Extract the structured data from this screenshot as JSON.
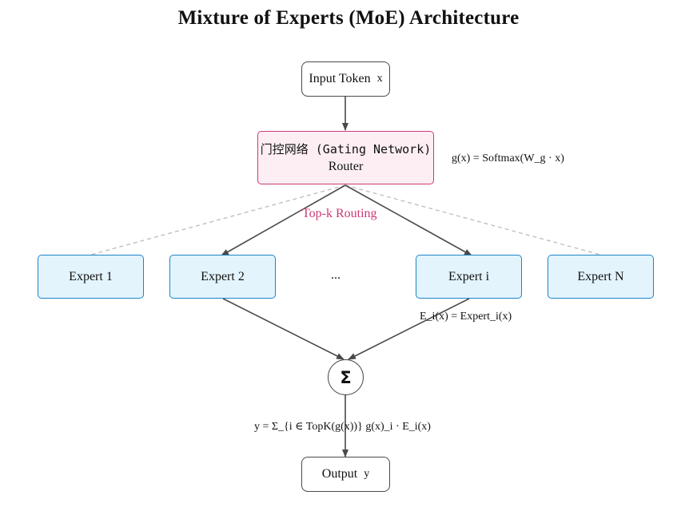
{
  "title": "Mixture of Experts (MoE) Architecture",
  "nodes": {
    "input": {
      "label": "Input Token",
      "var": "x"
    },
    "gating": {
      "label_cn": "门控网络 (Gating Network)",
      "label_en": "Router"
    },
    "experts": [
      "Expert 1",
      "Expert 2",
      "Expert i",
      "Expert N"
    ],
    "ellipsis": "...",
    "sum": "Σ",
    "output": {
      "label": "Output",
      "var": "y"
    }
  },
  "annotations": {
    "gating_formula": "g(x) = Softmax(W_g · x)",
    "routing": "Top-k Routing",
    "expert_formula": "E_i(x) = Expert_i(x)",
    "output_formula": "y = Σ_{i ∈ TopK(g(x))} g(x)_i · E_i(x)"
  },
  "colors": {
    "gating_fill": "#fdeef4",
    "gating_border": "#cc3a78",
    "expert_fill": "#e3f4fd",
    "expert_border": "#1c86c8",
    "arrow": "#4a4a4a",
    "inactive_route": "#b8b8b8"
  }
}
